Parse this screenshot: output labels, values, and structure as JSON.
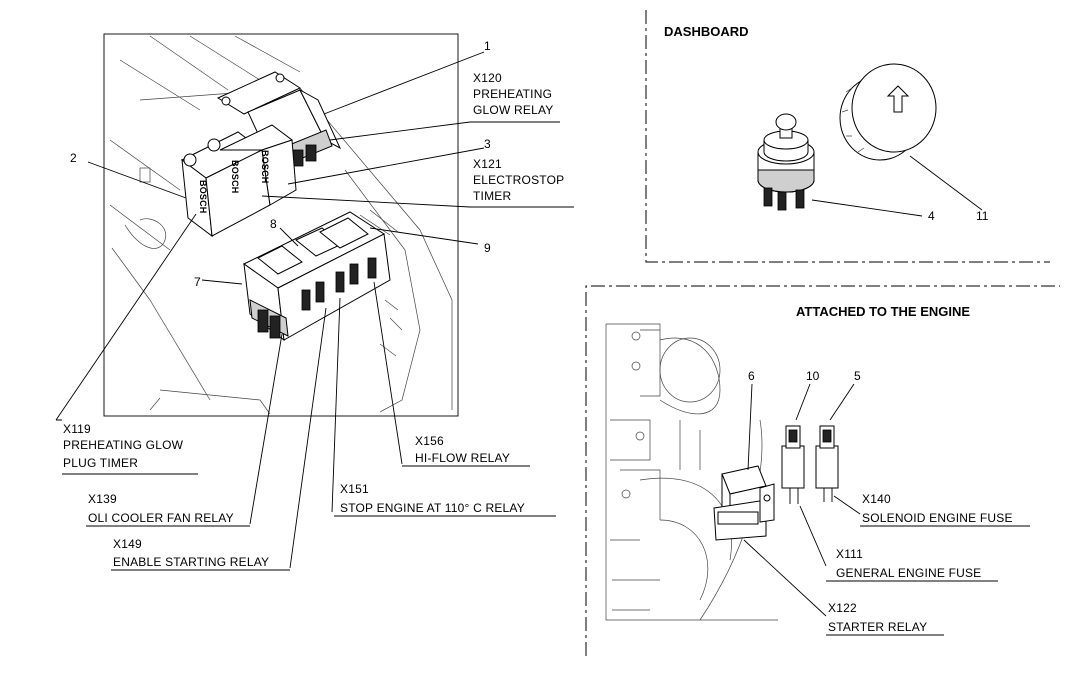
{
  "sections": {
    "dashboard": "DASHBOARD",
    "engine": "ATTACHED TO THE ENGINE"
  },
  "callouts": {
    "c1": "1",
    "c2": "2",
    "c3": "3",
    "c4": "4",
    "c5": "5",
    "c6": "6",
    "c7": "7",
    "c8": "8",
    "c9": "9",
    "c10": "10",
    "c11": "11"
  },
  "labels": {
    "x120": {
      "code": "X120",
      "line1": "PREHEATING",
      "line2": "GLOW RELAY"
    },
    "x121": {
      "code": "X121",
      "line1": "ELECTROSTOP",
      "line2": "TIMER"
    },
    "x119": {
      "code": "X119",
      "line1": "PREHEATING GLOW",
      "line2": "PLUG TIMER"
    },
    "x139": {
      "code": "X139",
      "line1": "OLI COOLER FAN RELAY"
    },
    "x149": {
      "code": "X149",
      "line1": "ENABLE STARTING RELAY"
    },
    "x151": {
      "code": "X151",
      "line1": "STOP ENGINE AT 110° C RELAY"
    },
    "x156": {
      "code": "X156",
      "line1": "HI-FLOW RELAY"
    },
    "x140": {
      "code": "X140",
      "line1": "SOLENOID ENGINE FUSE"
    },
    "x111": {
      "code": "X111",
      "line1": "GENERAL ENGINE FUSE"
    },
    "x122": {
      "code": "X122",
      "line1": "STARTER RELAY"
    }
  },
  "brand_marks": [
    "BOSCH",
    "BOSCH",
    "BOSCH"
  ]
}
